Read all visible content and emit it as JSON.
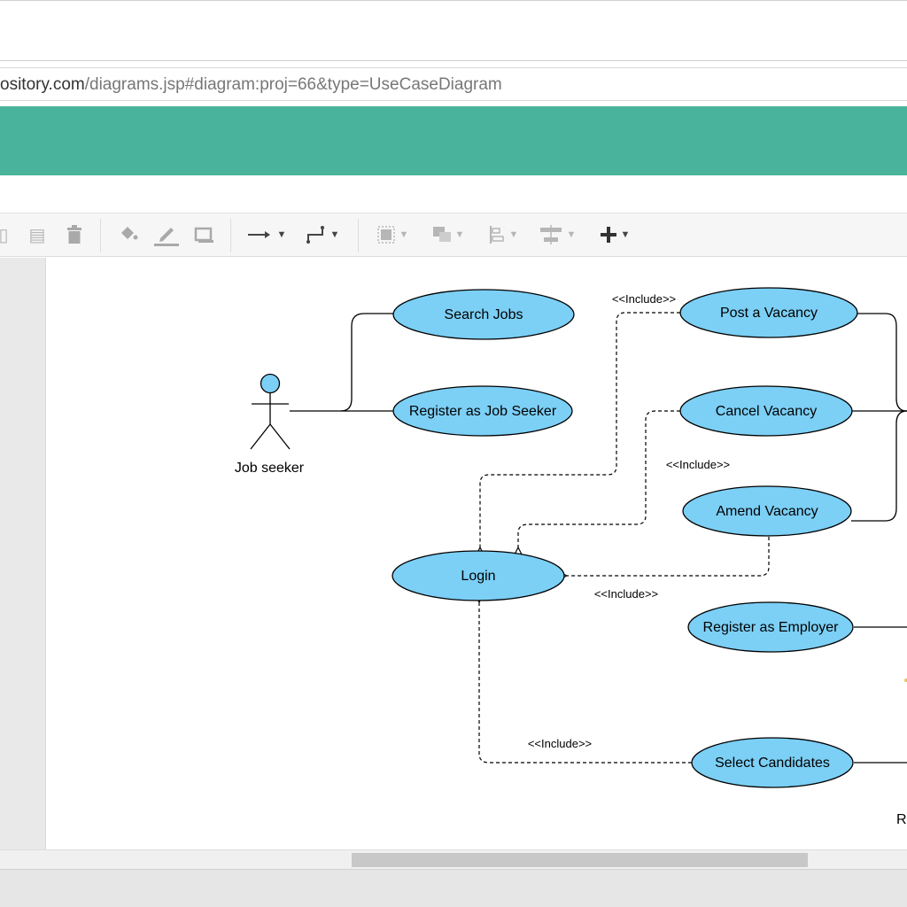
{
  "browser": {
    "url_host": "ository.com",
    "url_path": "/diagrams.jsp#diagram:proj=66&type=UseCaseDiagram"
  },
  "toolbar": {
    "buttons": [
      {
        "name": "paste-icon",
        "glyph": "▯"
      },
      {
        "name": "clipboard-icon",
        "glyph": "▤"
      },
      {
        "name": "trash-icon",
        "glyph": "🗑"
      },
      {
        "name": "fill-color-icon",
        "glyph": "◈"
      },
      {
        "name": "line-color-icon",
        "glyph": "✎"
      },
      {
        "name": "shadow-icon",
        "glyph": "▭"
      },
      {
        "name": "connector-arrow-icon",
        "glyph": "→"
      },
      {
        "name": "waypoint-icon",
        "glyph": "⌐"
      },
      {
        "name": "group-icon",
        "glyph": "▦"
      },
      {
        "name": "arrange-icon",
        "glyph": "◧"
      },
      {
        "name": "align-icon",
        "glyph": "⫿"
      },
      {
        "name": "distribute-icon",
        "glyph": "☰"
      },
      {
        "name": "add-icon",
        "glyph": "+"
      }
    ]
  },
  "diagram": {
    "actors": [
      {
        "id": "job-seeker",
        "label": "Job seeker"
      }
    ],
    "use_cases": [
      {
        "id": "search-jobs",
        "label": "Search Jobs"
      },
      {
        "id": "register-job-seeker",
        "label": "Register as Job Seeker"
      },
      {
        "id": "post-vacancy",
        "label": "Post a Vacancy"
      },
      {
        "id": "cancel-vacancy",
        "label": "Cancel Vacancy"
      },
      {
        "id": "amend-vacancy",
        "label": "Amend Vacancy"
      },
      {
        "id": "login",
        "label": "Login"
      },
      {
        "id": "register-employer",
        "label": "Register as Employer"
      },
      {
        "id": "select-candidates",
        "label": "Select Candidates"
      }
    ],
    "include_label": "<<Include>>",
    "clipped_text": "R",
    "colors": {
      "use_case_fill": "#7ccff5",
      "actor_head": "#7ccff5",
      "app_header": "#4ab39c"
    }
  }
}
